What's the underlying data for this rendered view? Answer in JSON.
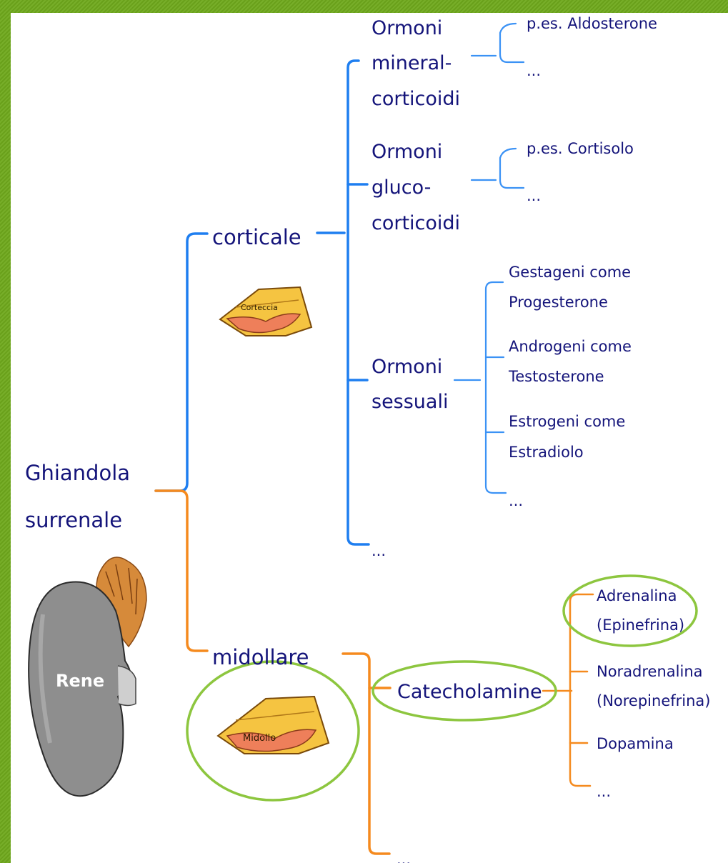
{
  "root": {
    "line1": "Ghiandola",
    "line2": "surrenale"
  },
  "kidney_label": "Rene",
  "cortex": {
    "label": "corticale",
    "image_label": "Corteccia",
    "mineral": {
      "lines": [
        "Ormoni",
        "mineral-",
        "corticoidi"
      ],
      "example": "p.es. Aldosterone",
      "more": "..."
    },
    "gluco": {
      "lines": [
        "Ormoni",
        "gluco-",
        "corticoidi"
      ],
      "example": "p.es. Cortisolo",
      "more": "..."
    },
    "sex": {
      "lines": [
        "Ormoni",
        "sessuali"
      ],
      "items": [
        {
          "line1": "Gestageni come",
          "line2": "Progesterone"
        },
        {
          "line1": "Androgeni come",
          "line2": "Testosterone"
        },
        {
          "line1": "Estrogeni come",
          "line2": "Estradiolo"
        }
      ],
      "more": "..."
    },
    "more": "..."
  },
  "medulla": {
    "label": "midollare",
    "image_label": "Midollo",
    "catecholamines": {
      "label": "Catecholamine",
      "items": [
        {
          "line1": "Adrenalina",
          "line2": "(Epinefrina)"
        },
        {
          "line1": "Noradrenalina",
          "line2": "(Norepinefrina)"
        },
        {
          "line1": "Dopamina"
        }
      ],
      "more": "..."
    },
    "more": "..."
  },
  "colors": {
    "background": "#6fa91c",
    "cortex_branch": "#1e7ef0",
    "medulla_branch": "#f58a1e",
    "highlight_ring": "#8dc63f",
    "text": "#14147a"
  }
}
